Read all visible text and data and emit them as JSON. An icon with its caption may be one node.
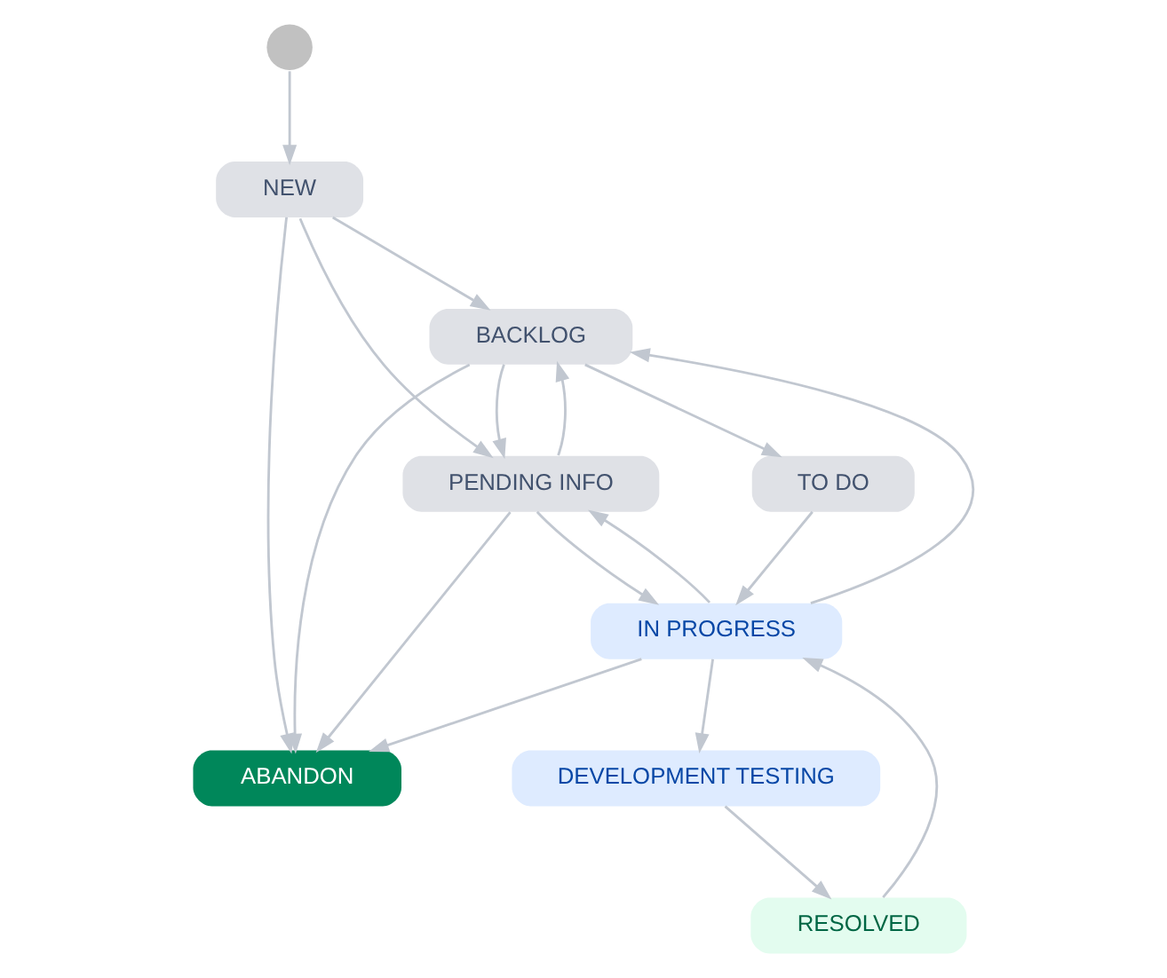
{
  "diagram": {
    "nodes": [
      {
        "text": [],
        "shape": "circle"
      },
      {
        "text": [
          "NEW"
        ]
      },
      {
        "text": [
          "ABANDON"
        ]
      },
      {
        "text": [
          "BACKLOG"
        ]
      },
      {
        "text": [
          "PENDING INFO"
        ]
      },
      {
        "text": [
          "TO DO"
        ]
      },
      {
        "text": [
          "IN PROGRESS"
        ]
      },
      {
        "text": [
          "DEVELOPMENT TESTING"
        ]
      },
      {
        "text": [
          "RESOLVED"
        ]
      }
    ],
    "edges": [
      {
        "from": 0,
        "to": 1,
        "arrow": "to"
      },
      {
        "from": 1,
        "to": 2,
        "arrow": "to"
      },
      {
        "from": 1,
        "to": 3,
        "arrow": "to"
      },
      {
        "from": 1,
        "to": 4,
        "arrow": "to"
      },
      {
        "from": 3,
        "to": 2,
        "arrow": "to"
      },
      {
        "from": 3,
        "to": 4,
        "arrow": "to"
      },
      {
        "from": 3,
        "to": 5,
        "arrow": "to"
      },
      {
        "from": 4,
        "to": 2,
        "arrow": "to"
      },
      {
        "from": 4,
        "to": 3,
        "arrow": "to"
      },
      {
        "from": 4,
        "to": 6,
        "arrow": "to"
      },
      {
        "from": 5,
        "to": 6,
        "arrow": "to"
      },
      {
        "from": 6,
        "to": 2,
        "arrow": "to"
      },
      {
        "from": 6,
        "to": 3,
        "arrow": "to"
      },
      {
        "from": 6,
        "to": 4,
        "arrow": "to"
      },
      {
        "from": 6,
        "to": 7,
        "arrow": "to"
      },
      {
        "from": 7,
        "to": 8,
        "arrow": "to"
      },
      {
        "from": 8,
        "to": 6,
        "arrow": "to"
      }
    ]
  }
}
